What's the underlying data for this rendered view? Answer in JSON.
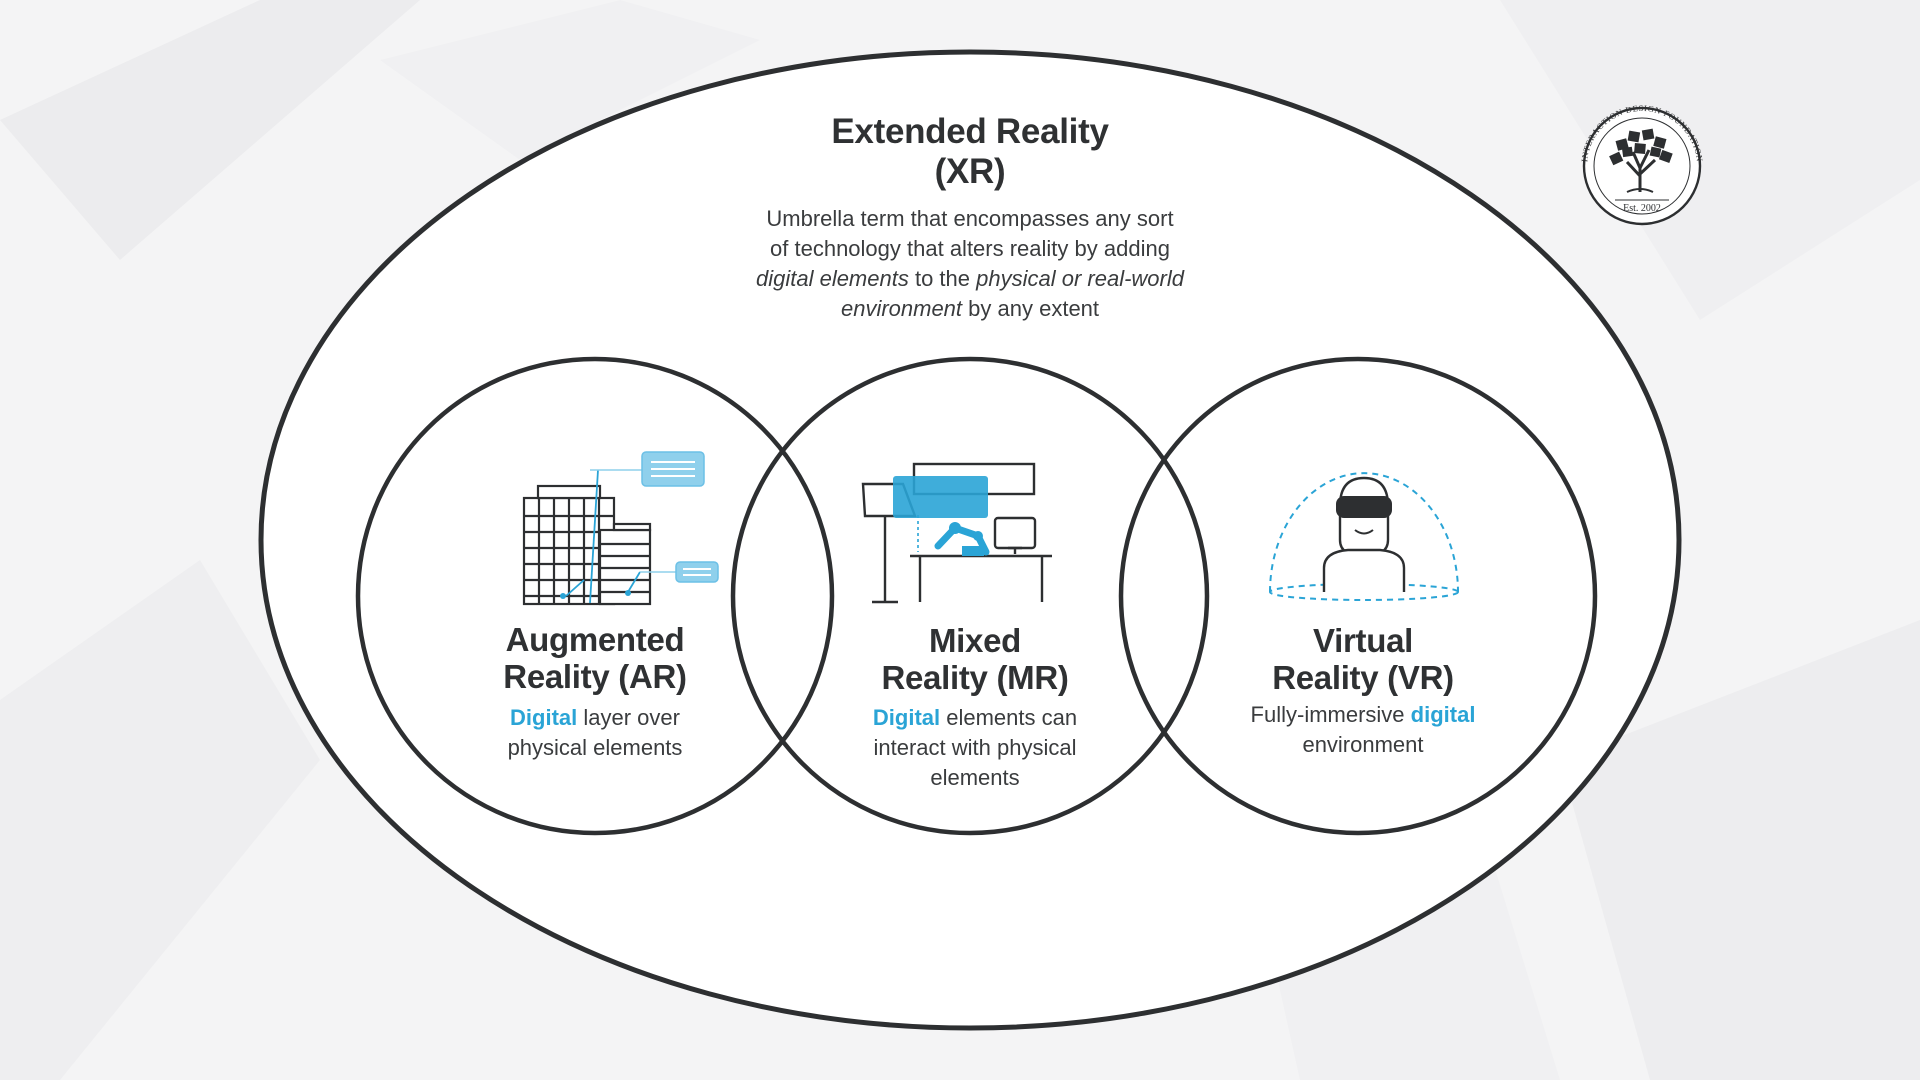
{
  "xr": {
    "title_line1": "Extended Reality",
    "title_line2": "(XR)",
    "desc_line1": "Umbrella term that encompasses any sort",
    "desc_line2": "of technology that alters reality by adding",
    "desc_line3_italic_a": "digital elements",
    "desc_line3_plain": " to the ",
    "desc_line3_italic_b": "physical or real-world",
    "desc_line4_italic": "environment",
    "desc_line4_plain": " by any extent"
  },
  "ar": {
    "title_line1": "Augmented",
    "title_line2": "Reality (AR)",
    "desc_highlight": "Digital",
    "desc_line1_rest": " layer over",
    "desc_line2": "physical elements"
  },
  "mr": {
    "title_line1": "Mixed",
    "title_line2": "Reality (MR)",
    "desc_highlight": "Digital",
    "desc_line1_rest": " elements can",
    "desc_line2": "interact with physical",
    "desc_line3": "elements"
  },
  "vr": {
    "title_line1": "Virtual",
    "title_line2": "Reality (VR)",
    "desc_line1_start": "Fully-immersive ",
    "desc_highlight": "digital",
    "desc_line2": "environment"
  },
  "logo": {
    "arc_text": "INTERACTION DESIGN FOUNDATION",
    "est_text": "Est. 2002"
  },
  "colors": {
    "accent": "#2aa4d6",
    "accent_light": "#8fd0ec",
    "ink": "#2b2d2f",
    "background": "#f4f4f5"
  },
  "icons": [
    "building-ar-icon",
    "desk-mr-icon",
    "vr-headset-person-icon",
    "idf-tree-logo"
  ]
}
